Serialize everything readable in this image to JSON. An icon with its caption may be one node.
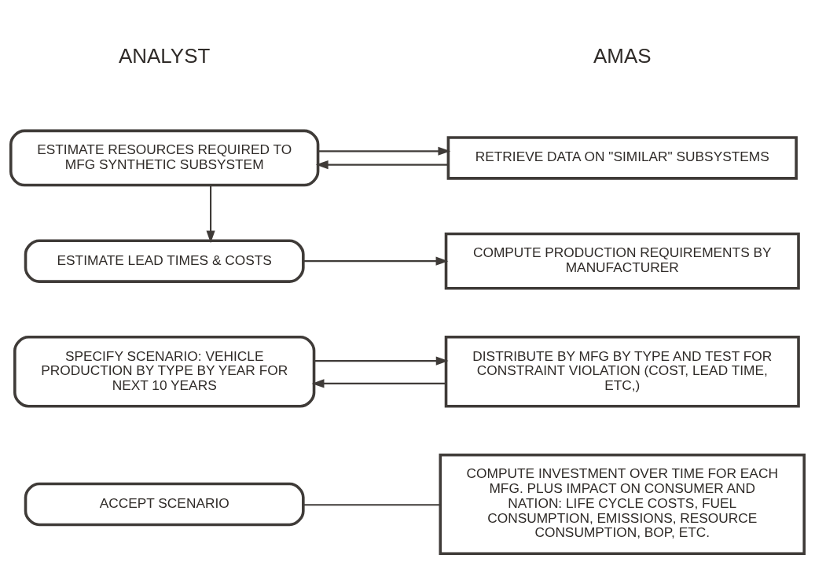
{
  "diagram": {
    "nodes": [
      {
        "text": [
          "ESTIMATE RESOURCES REQUIRED TO MFG SYNTHETIC SUBSYSTEM"
        ]
      },
      {
        "text": [
          "RETRIEVE DATA ON \"SIMILAR\" SUBSYSTEMS"
        ]
      },
      {
        "text": [
          "ESTIMATE LEAD TIMES & COSTS"
        ]
      },
      {
        "text": [
          "COMPUTE PRODUCTION REQUIREMENTS BY MANUFACTURER"
        ]
      },
      {
        "text": [
          "SPECIFY SCENARIO: VEHICLE PRODUCTION BY TYPE BY YEAR FOR NEXT 10 YEARS"
        ]
      },
      {
        "text": [
          "DISTRIBUTE BY MFG BY TYPE AND TEST FOR CONSTRAINT VIOLATION (COST, LEAD TIME, ETC,)"
        ]
      },
      {
        "text": [
          "ACCEPT SCENARIO"
        ]
      },
      {
        "text": [
          "COMPUTE INVESTMENT OVER TIME FOR EACH MFG. PLUS IMPACT ON CONSUMER AND NATION: LIFE CYCLE COSTS, FUEL CONSUMPTION, EMISSIONS, RESOURCE CONSUMPTION, BOP, ETC."
        ]
      }
    ],
    "edges": [
      {
        "from": 0,
        "to": 1,
        "arrow": "to"
      },
      {
        "from": 1,
        "to": 0,
        "arrow": "to"
      },
      {
        "from": 0,
        "to": 2,
        "arrow": "to"
      },
      {
        "from": 2,
        "to": 3,
        "arrow": "to"
      },
      {
        "from": 4,
        "to": 5,
        "arrow": "to"
      },
      {
        "from": 5,
        "to": 4,
        "arrow": "to"
      },
      {
        "from": 6,
        "to": 7,
        "arrow": "none"
      }
    ],
    "labels": [
      "ANALYST",
      "AMAS"
    ]
  }
}
